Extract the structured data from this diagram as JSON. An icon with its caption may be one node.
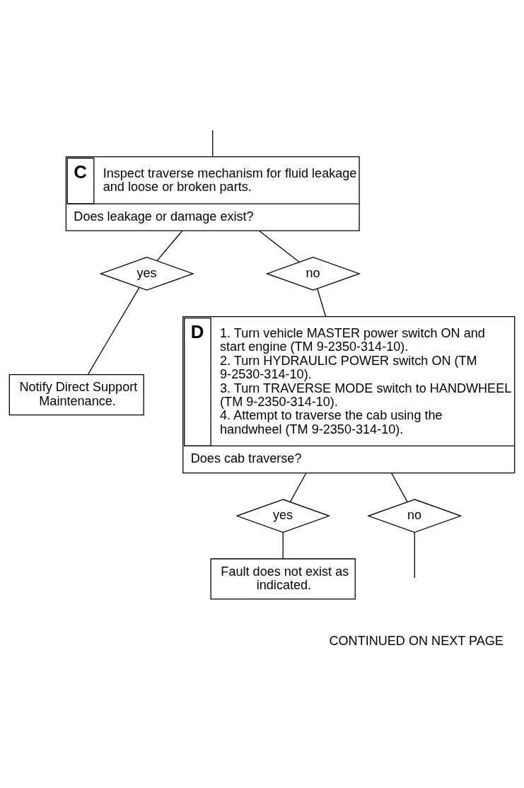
{
  "diagram": {
    "nodes": [
      {
        "text": [
          "C",
          "Inspect traverse mechanism for fluid leakage and loose or broken parts.",
          "Does leakage or damage exist?"
        ]
      },
      {
        "text": [
          "yes"
        ]
      },
      {
        "text": [
          "no"
        ]
      },
      {
        "text": [
          "Notify Direct Support Maintenance."
        ]
      },
      {
        "text": [
          "D",
          "1. Turn vehicle MASTER power switch ON and start engine (TM 9-2350-314-10).",
          "2. Turn HYDRAULIC POWER switch ON (TM 9-2530-314-10).",
          "3. Turn TRAVERSE MODE switch to HANDWHEEL (TM 9-2350-314-10).",
          "4. Attempt to traverse the cab using the handwheel (TM 9-2350-314-10).",
          "Does cab traverse?"
        ]
      },
      {
        "text": [
          "yes"
        ]
      },
      {
        "text": [
          "no"
        ]
      },
      {
        "text": [
          "Fault does not exist as indicated."
        ]
      }
    ],
    "edges": [
      {
        "from": null,
        "to": 0,
        "arrow": "none"
      },
      {
        "from": 0,
        "to": 1,
        "arrow": "none"
      },
      {
        "from": 0,
        "to": 2,
        "arrow": "none"
      },
      {
        "from": 1,
        "to": 3,
        "arrow": "none"
      },
      {
        "from": 2,
        "to": 4,
        "arrow": "none"
      },
      {
        "from": 4,
        "to": 5,
        "arrow": "none"
      },
      {
        "from": 4,
        "to": 6,
        "arrow": "none"
      },
      {
        "from": 5,
        "to": 7,
        "arrow": "none"
      },
      {
        "from": 6,
        "to": null,
        "arrow": "none"
      }
    ],
    "labels": [
      "CONTINUED ON NEXT PAGE"
    ]
  }
}
